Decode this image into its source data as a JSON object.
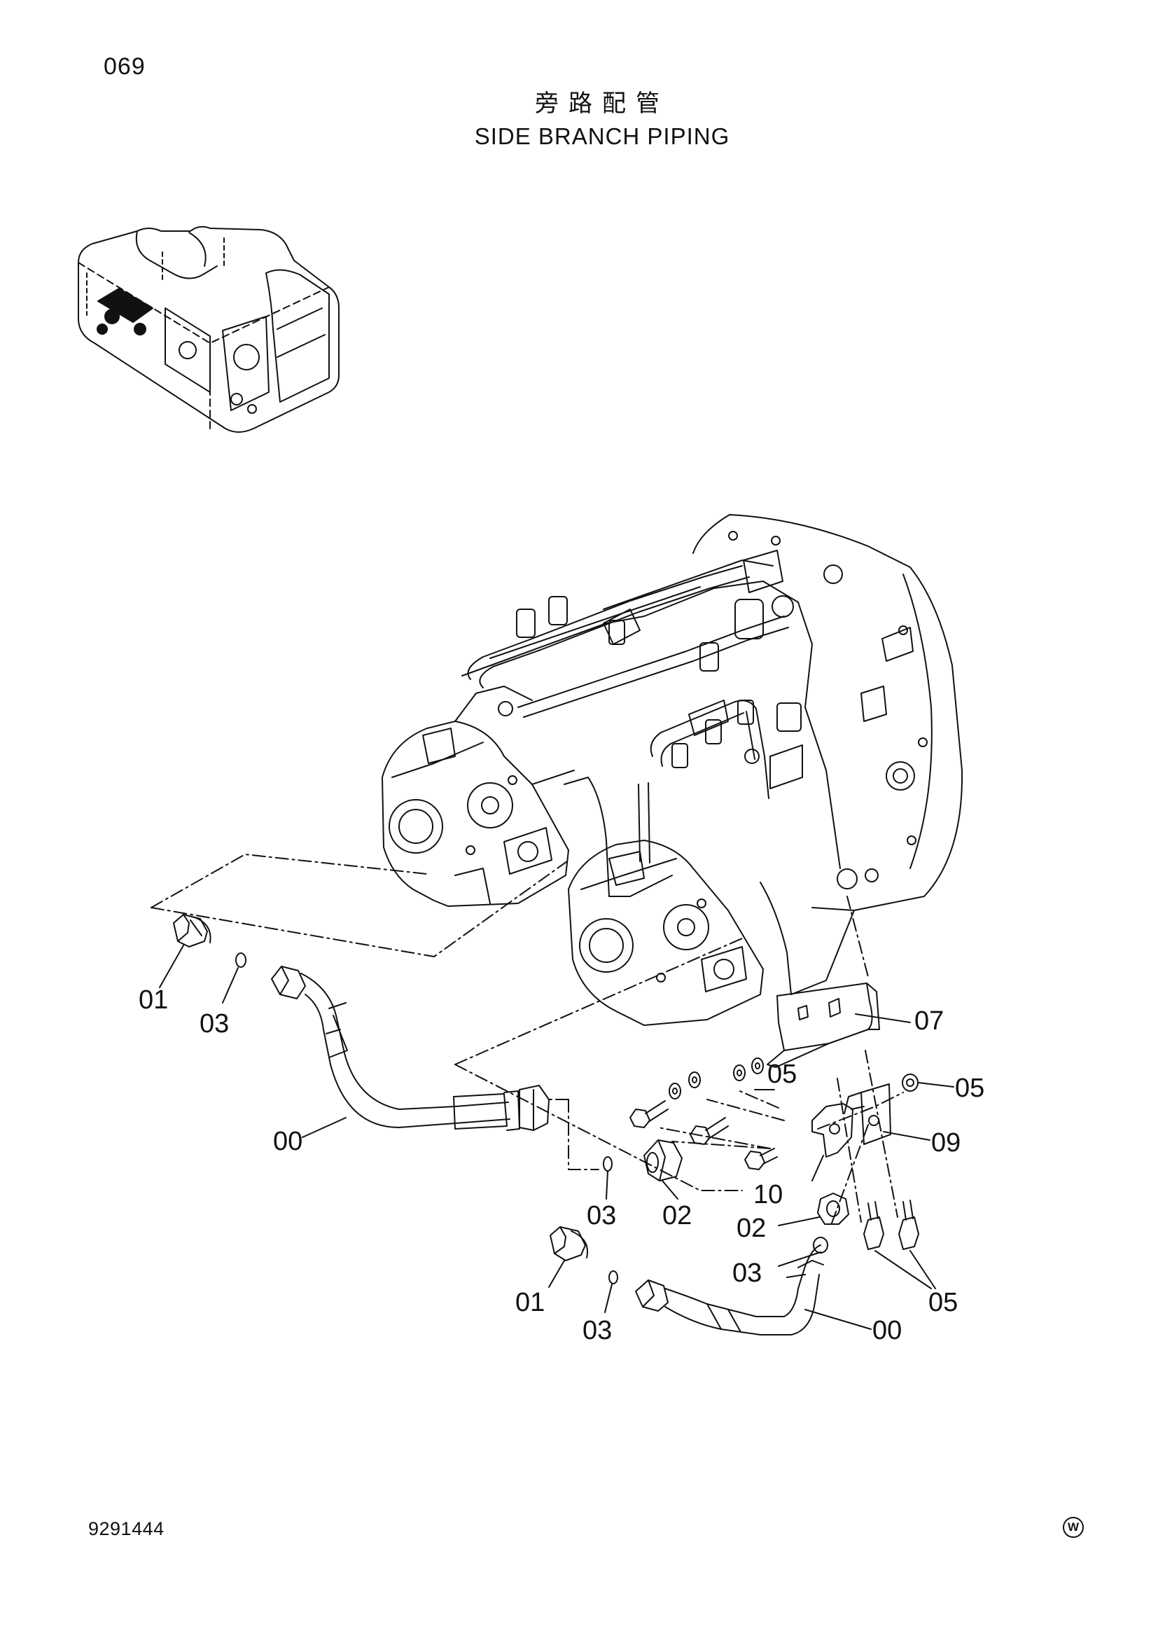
{
  "page": {
    "number": "069",
    "title_cn": "旁路配管",
    "title_en": "SIDE BRANCH PIPING",
    "document_number": "9291444",
    "mark": "W"
  },
  "diagram": {
    "callouts": [
      {
        "id": "c-01-upper",
        "label": "01"
      },
      {
        "id": "c-03-upper",
        "label": "03"
      },
      {
        "id": "c-00-upper",
        "label": "00"
      },
      {
        "id": "c-07",
        "label": "07"
      },
      {
        "id": "c-05-a",
        "label": "05"
      },
      {
        "id": "c-05-b",
        "label": "05"
      },
      {
        "id": "c-09",
        "label": "09"
      },
      {
        "id": "c-10",
        "label": "10"
      },
      {
        "id": "c-03-mid",
        "label": "03"
      },
      {
        "id": "c-02-mid",
        "label": "02"
      },
      {
        "id": "c-02-right",
        "label": "02"
      },
      {
        "id": "c-03-right",
        "label": "03"
      },
      {
        "id": "c-05-c",
        "label": "05"
      },
      {
        "id": "c-01-lower",
        "label": "01"
      },
      {
        "id": "c-03-lower",
        "label": "03"
      },
      {
        "id": "c-00-lower",
        "label": "00"
      }
    ]
  },
  "colors": {
    "ink": "#111111",
    "paper": "#ffffff"
  }
}
